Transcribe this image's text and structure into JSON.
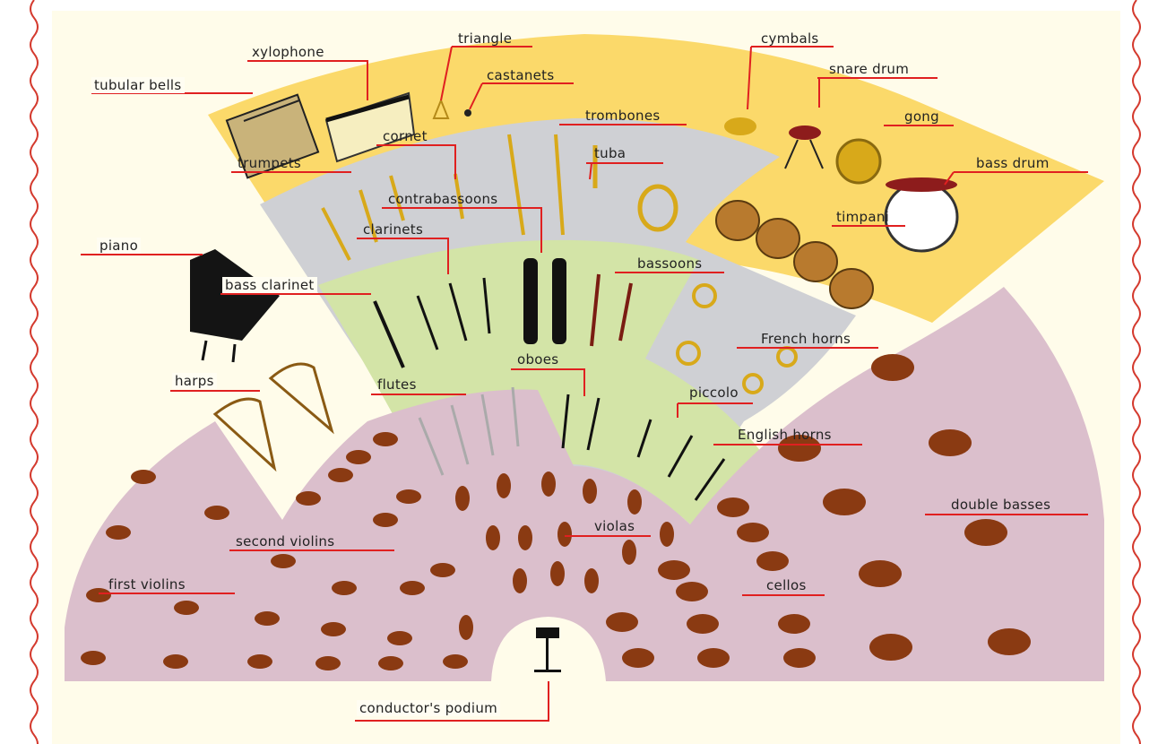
{
  "colors": {
    "page_background": "#fffcea",
    "border_wave": "#d43a2e",
    "percussion_section": "#fbd96a",
    "brass_section": "#cfd0d4",
    "woodwind_section": "#d3e4a7",
    "strings_section": "#dbbfcc",
    "leader_line": "#e02020",
    "instrument_wood": "#8a3a12",
    "brass_metal": "#d8a91a"
  },
  "labels": {
    "tubular_bells": "tubular bells",
    "xylophone": "xylophone",
    "triangle": "triangle",
    "castanets": "castanets",
    "cymbals": "cymbals",
    "snare_drum": "snare drum",
    "gong": "gong",
    "bass_drum": "bass drum",
    "trombones": "trombones",
    "cornet": "cornet",
    "tuba": "tuba",
    "trumpets": "trumpets",
    "contrabassoons": "contrabassoons",
    "timpani": "timpani",
    "clarinets": "clarinets",
    "piano": "piano",
    "bassoons": "bassoons",
    "bass_clarinet": "bass clarinet",
    "french_horns": "French horns",
    "oboes": "oboes",
    "harps": "harps",
    "flutes": "flutes",
    "piccolo": "piccolo",
    "english_horns": "English horns",
    "double_basses": "double basses",
    "violas": "violas",
    "second_violins": "second violins",
    "first_violins": "first violins",
    "cellos": "cellos",
    "conductors_podium": "conductor's podium"
  }
}
